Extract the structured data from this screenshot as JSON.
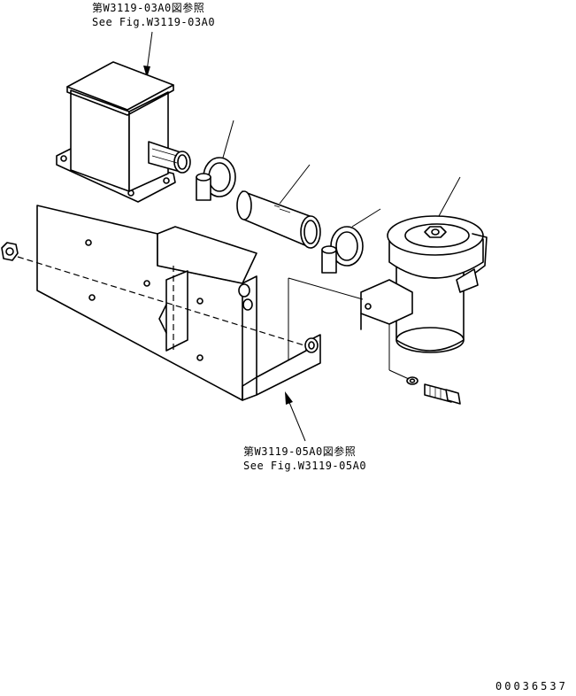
{
  "references": {
    "top": {
      "line1": "第W3119-03A0図参照",
      "line2": "See Fig.W3119-03A0"
    },
    "bottom": {
      "line1": "第W3119-05A0図参照",
      "line2": "See Fig.W3119-05A0"
    }
  },
  "drawing_number": "00036537"
}
